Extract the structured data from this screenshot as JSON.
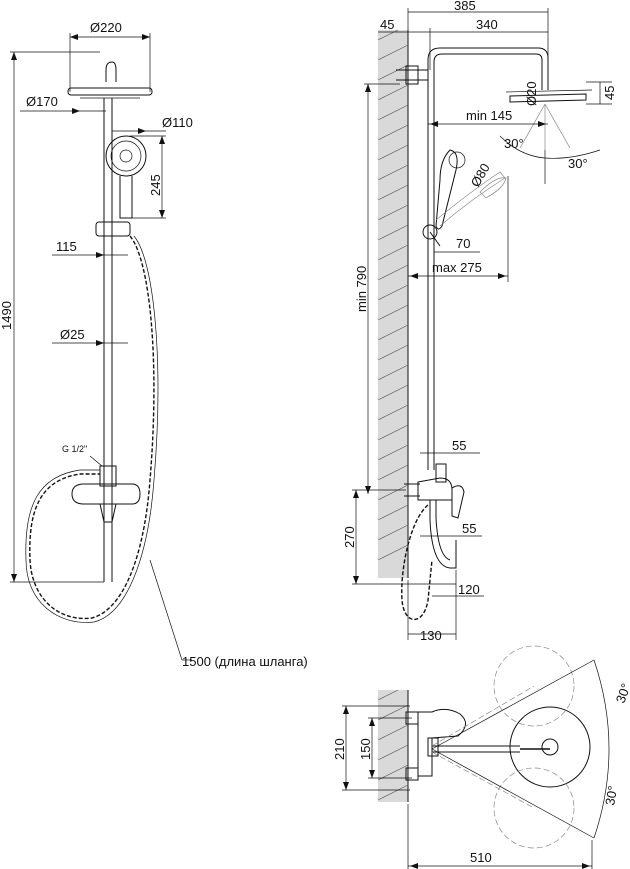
{
  "front_view": {
    "head_diameter": "Ø220",
    "head_inner_diameter": "Ø170",
    "hand_shower_diameter": "Ø110",
    "hand_shower_height": "245",
    "holder_offset": "115",
    "pipe_diameter": "Ø25",
    "total_height": "1490",
    "thread": "G 1/2\"",
    "hose_length": "1500 (длина шланга)"
  },
  "side_view": {
    "wall_gap": "45",
    "overall_depth": "385",
    "arm_length": "340",
    "head_pipe_diameter": "Ø20",
    "head_thickness": "45",
    "hand_min_reach": "min 145",
    "head_tilt_up": "30°",
    "head_tilt_down": "30°",
    "hand_diameter": "Ø80",
    "hand_width": "70",
    "max_reach": "max 275",
    "min_height": "min 790",
    "mixer_upper": "55",
    "mixer_lower": "55",
    "mixer_height": "270",
    "spout_length": "120",
    "mixer_depth": "130"
  },
  "top_view": {
    "wall_height": "210",
    "mount_spacing": "150",
    "swivel_upper": "30°",
    "swivel_lower": "30°",
    "total_width": "510"
  }
}
